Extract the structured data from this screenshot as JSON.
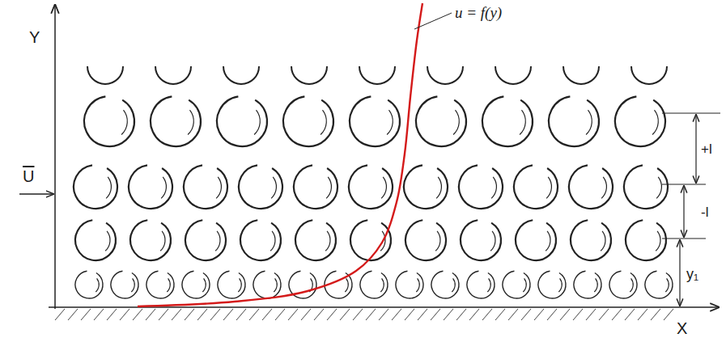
{
  "diagram": {
    "labels": [
      "Y",
      "X",
      "U",
      "u = f(y)",
      "+l",
      "-l",
      "y₁"
    ]
  }
}
